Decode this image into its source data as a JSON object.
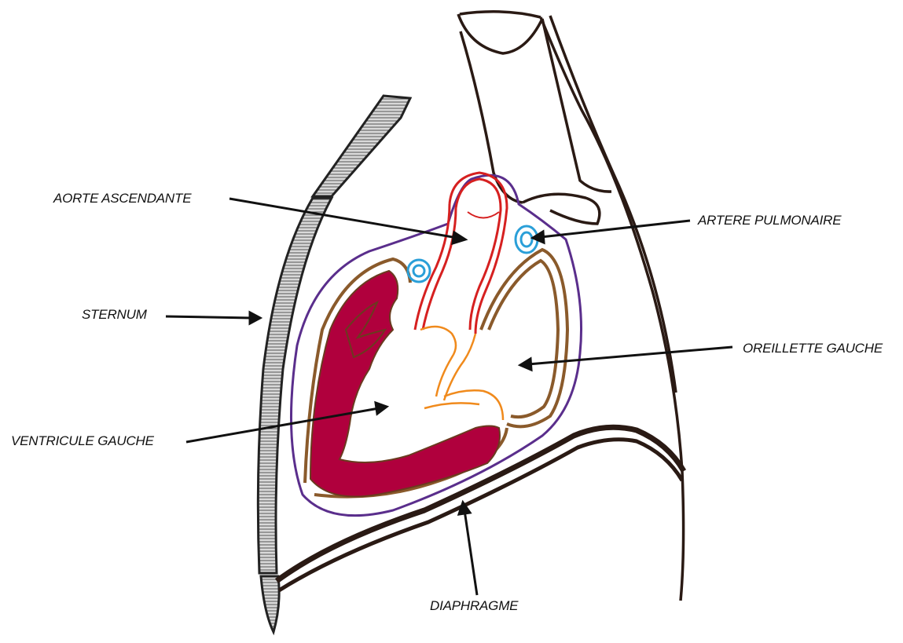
{
  "labels": {
    "aorta": "AORTE ASCENDANTE",
    "pulmonary_artery": "ARTERE PULMONAIRE",
    "sternum": "STERNUM",
    "left_atrium": "OREILLETTE GAUCHE",
    "left_ventricle": "VENTRICULE GAUCHE",
    "diaphragm": "DIAPHRAGME"
  },
  "colors": {
    "outline": "#2a1a14",
    "pericardium": "#5a2e8c",
    "myocardium": "#b0003d",
    "heart_wall": "#8a5a2b",
    "aorta": "#d62020",
    "pulmonary": "#2a9fd8",
    "valves": "#f08a1c",
    "sternum_fill": "#a8a8a8"
  }
}
